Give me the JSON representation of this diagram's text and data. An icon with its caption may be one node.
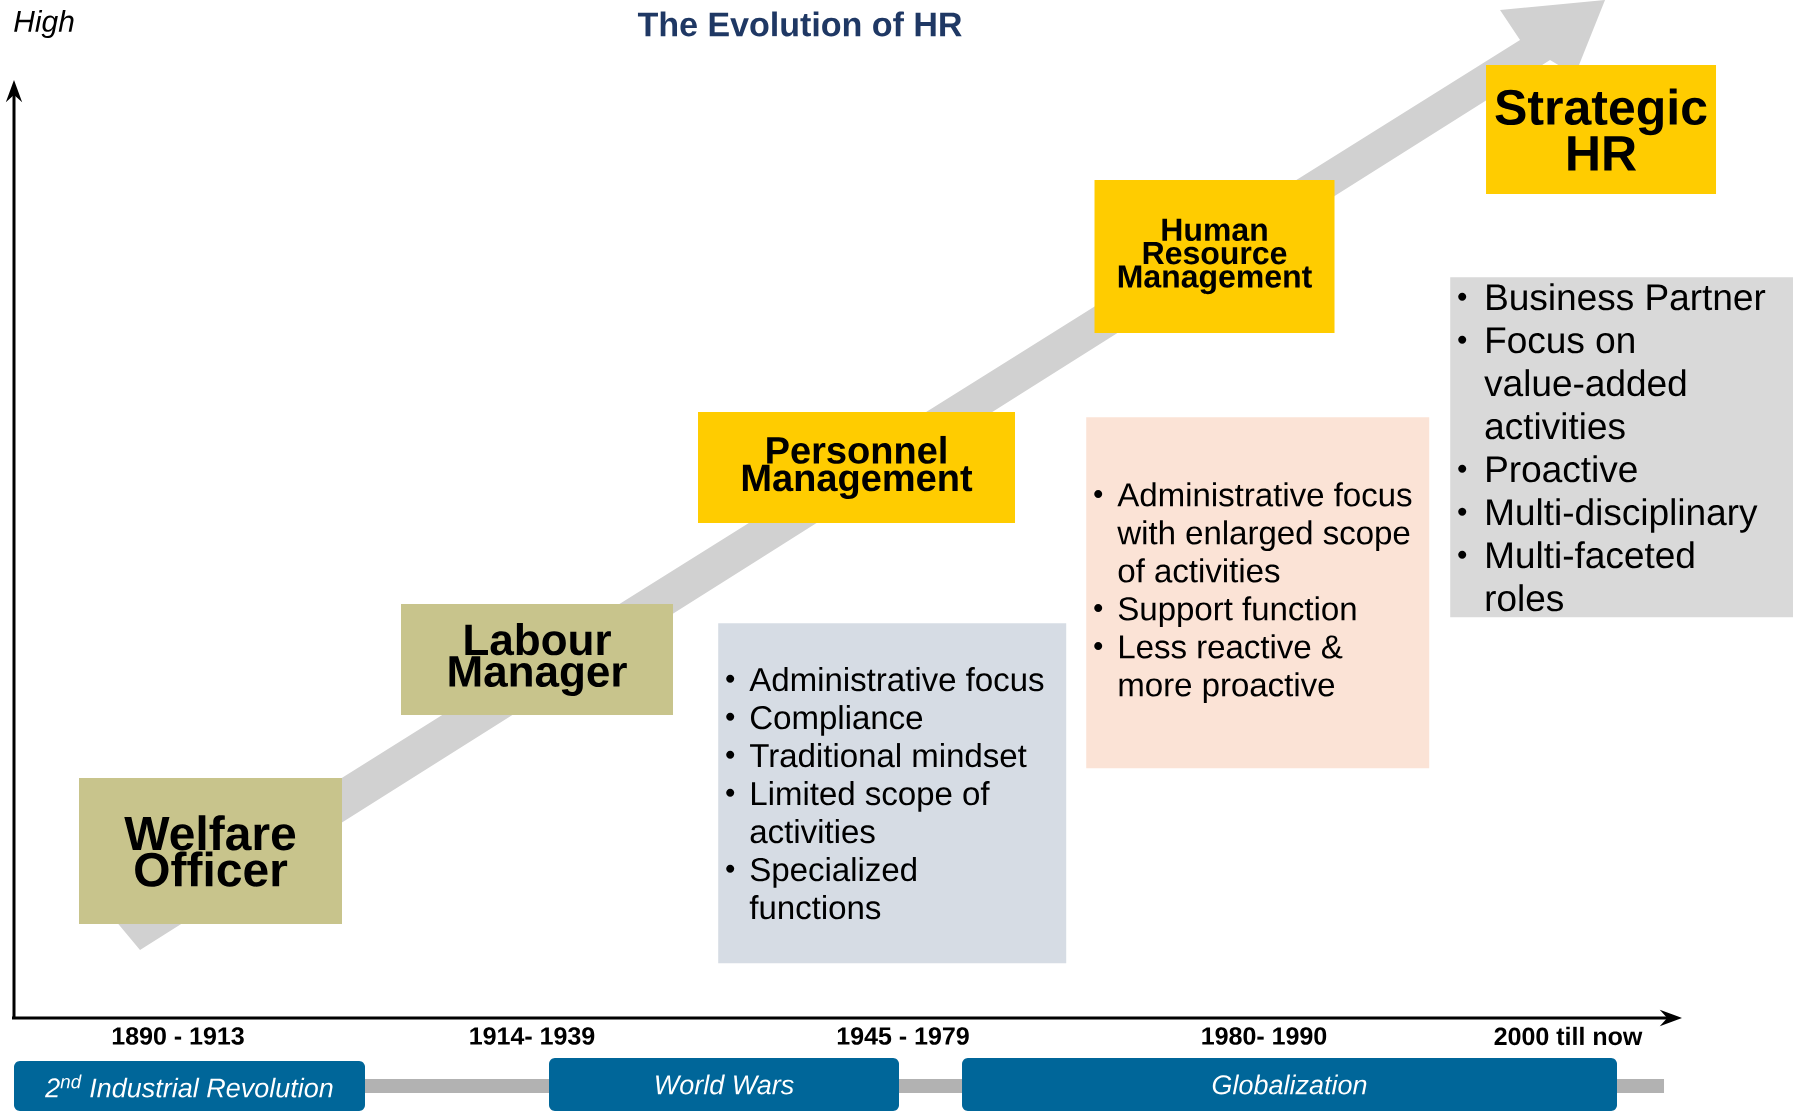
{
  "diagram": {
    "title": "The Evolution of HR",
    "nodes": [
      {
        "text": [
          "Welfare Officer"
        ]
      },
      {
        "text": [
          "Labour Manager"
        ]
      },
      {
        "text": [
          "Personnel Management"
        ]
      },
      {
        "text": [
          "Human Resource Management"
        ]
      },
      {
        "text": [
          "Strategic HR"
        ]
      },
      {
        "text": [
          "Administrative focus",
          "Compliance",
          "Traditional mindset",
          "Limited scope of activities",
          "Specialized functions"
        ]
      },
      {
        "text": [
          "Administrative focus with enlarged scope of activities",
          "Support function",
          "Less reactive & more proactive"
        ]
      },
      {
        "text": [
          "Business Partner",
          "Focus on value-added activities",
          "Proactive",
          "Multi-disciplinary",
          "Multi-faceted roles"
        ]
      },
      {
        "text": [
          "2$^{nd}$ Industrial Revolution"
        ]
      },
      {
        "text": [
          "World Wars"
        ]
      },
      {
        "text": [
          "Globalization"
        ]
      }
    ],
    "edges": [],
    "labels": [
      "High",
      "1890 - 1913",
      "1914- 1939",
      "1945 - 1979",
      "1980- 1990",
      "2000 till now"
    ]
  }
}
